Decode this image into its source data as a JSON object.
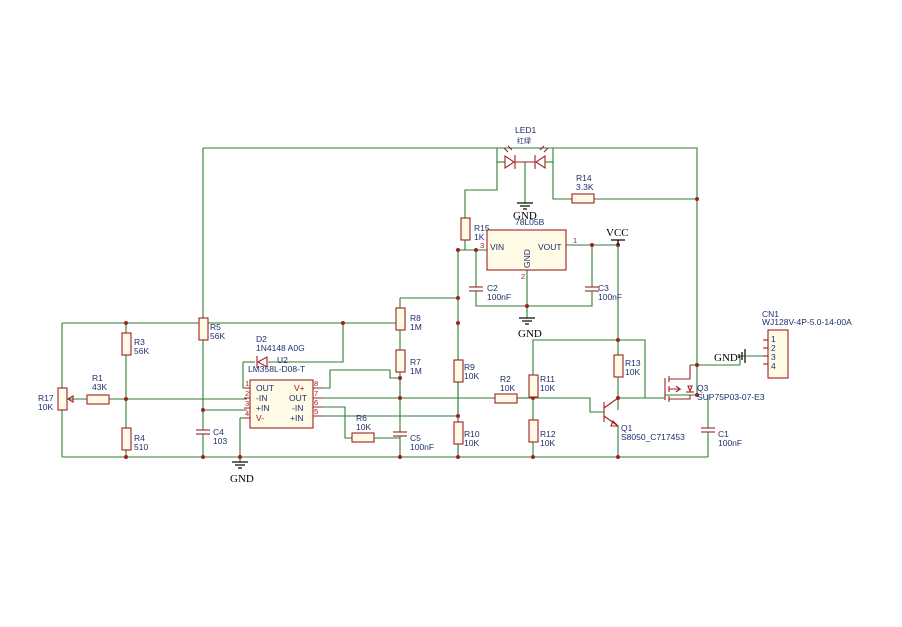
{
  "colors": {
    "wire": "#2e7d32",
    "component": "#a02020",
    "label": "#1f2f6e",
    "background": "#ffffff"
  },
  "labels": {
    "led1": {
      "ref": "LED1",
      "val": "红绿"
    },
    "r14": {
      "ref": "R14",
      "val": "3.3K"
    },
    "r15": {
      "ref": "R15",
      "val": "1K"
    },
    "u_reg": {
      "val": "78L05B",
      "vin": "VIN",
      "vout": "VOUT",
      "gnd": "GND",
      "p1": "1",
      "p2": "2",
      "p3": "3"
    },
    "vcc": "VCC",
    "c2": {
      "ref": "C2",
      "val": "100nF"
    },
    "c3": {
      "ref": "C3",
      "val": "100nF"
    },
    "cn1": {
      "ref": "CN1",
      "val": "WJ128V-4P-5.0-14-00A",
      "p1": "1",
      "p2": "2",
      "p3": "3",
      "p4": "4"
    },
    "r8": {
      "ref": "R8",
      "val": "1M"
    },
    "r7": {
      "ref": "R7",
      "val": "1M"
    },
    "r9": {
      "ref": "R9",
      "val": "10K"
    },
    "r10": {
      "ref": "R10",
      "val": "10K"
    },
    "r2": {
      "ref": "R2",
      "val": "10K"
    },
    "r11": {
      "ref": "R11",
      "val": "10K"
    },
    "r12": {
      "ref": "R12",
      "val": "10K"
    },
    "r13": {
      "ref": "R13",
      "val": "10K"
    },
    "q1": {
      "ref": "Q1",
      "val": "S8050_C717453"
    },
    "q3": {
      "ref": "Q3",
      "val": "SUP75P03-07-E3"
    },
    "c1": {
      "ref": "C1",
      "val": "100nF"
    },
    "r3": {
      "ref": "R3",
      "val": "56K"
    },
    "r5": {
      "ref": "R5",
      "val": "56K"
    },
    "r1": {
      "ref": "R1",
      "val": "43K"
    },
    "r17": {
      "ref": "R17",
      "val": "10K"
    },
    "r4": {
      "ref": "R4",
      "val": "510"
    },
    "c4": {
      "ref": "C4",
      "val": "103"
    },
    "d2": {
      "ref": "D2",
      "val": "1N4148 A0G"
    },
    "u2": {
      "ref": "U2",
      "val": "LM358L-D08-T",
      "out": "OUT",
      "inm": "-IN",
      "inp": "+IN",
      "vm": "V-",
      "vp": "V+",
      "out2": "OUT",
      "inm2": "-IN",
      "inp2": "+IN",
      "p1": "1",
      "p2": "2",
      "p3": "3",
      "p4": "4",
      "p5": "5",
      "p6": "6",
      "p7": "7",
      "p8": "8"
    },
    "r6": {
      "ref": "R6",
      "val": "10K"
    },
    "c5": {
      "ref": "C5",
      "val": "100nF"
    },
    "gnd": "GND"
  }
}
